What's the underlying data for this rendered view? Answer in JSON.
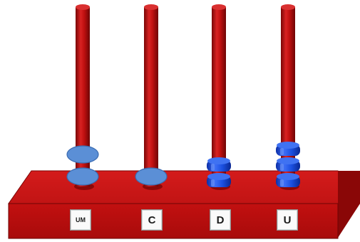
{
  "abacus": {
    "columns": [
      {
        "label": "UM",
        "beads": 2,
        "bead_style": "flat"
      },
      {
        "label": "C",
        "beads": 1,
        "bead_style": "flat"
      },
      {
        "label": "D",
        "beads": 2,
        "bead_style": "cylinder"
      },
      {
        "label": "U",
        "beads": 3,
        "bead_style": "cylinder"
      }
    ],
    "colors": {
      "rod": "#c21212",
      "base_top": "#c91616",
      "base_front": "#b30d0d",
      "base_side": "#8a0707",
      "flat_bead": "#5b8fd6",
      "cylinder_bead": "#1a4fe0"
    }
  }
}
